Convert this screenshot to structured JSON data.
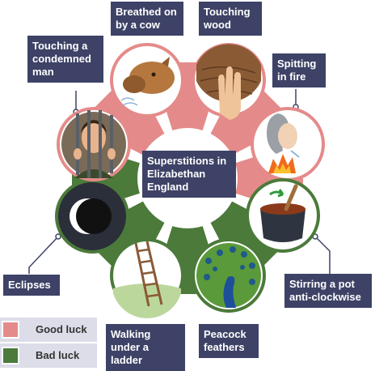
{
  "title": "Superstitions in Elizabethan England",
  "colors": {
    "good": "#e58a8a",
    "bad": "#4b7a3a",
    "label_bg": "#3d4266",
    "legend_bg": "#dcdde8"
  },
  "items": [
    {
      "label": "Breathed on by a cow",
      "luck": "good",
      "icon": "cow-icon"
    },
    {
      "label": "Touching wood",
      "luck": "good",
      "icon": "hand-on-wood-icon"
    },
    {
      "label": "Spitting in fire",
      "luck": "good",
      "icon": "spitting-fire-icon"
    },
    {
      "label": "Stirring a pot anti-clockwise",
      "luck": "bad",
      "icon": "pot-icon"
    },
    {
      "label": "Peacock feathers",
      "luck": "bad",
      "icon": "peacock-icon"
    },
    {
      "label": "Walking under a ladder",
      "luck": "bad",
      "icon": "ladder-icon"
    },
    {
      "label": "Eclipses",
      "luck": "bad",
      "icon": "eclipse-icon"
    },
    {
      "label": "Touching a condemned man",
      "luck": "good",
      "icon": "prisoner-icon"
    }
  ],
  "legend": [
    {
      "label": "Good luck",
      "luck": "good"
    },
    {
      "label": "Bad luck",
      "luck": "bad"
    }
  ]
}
